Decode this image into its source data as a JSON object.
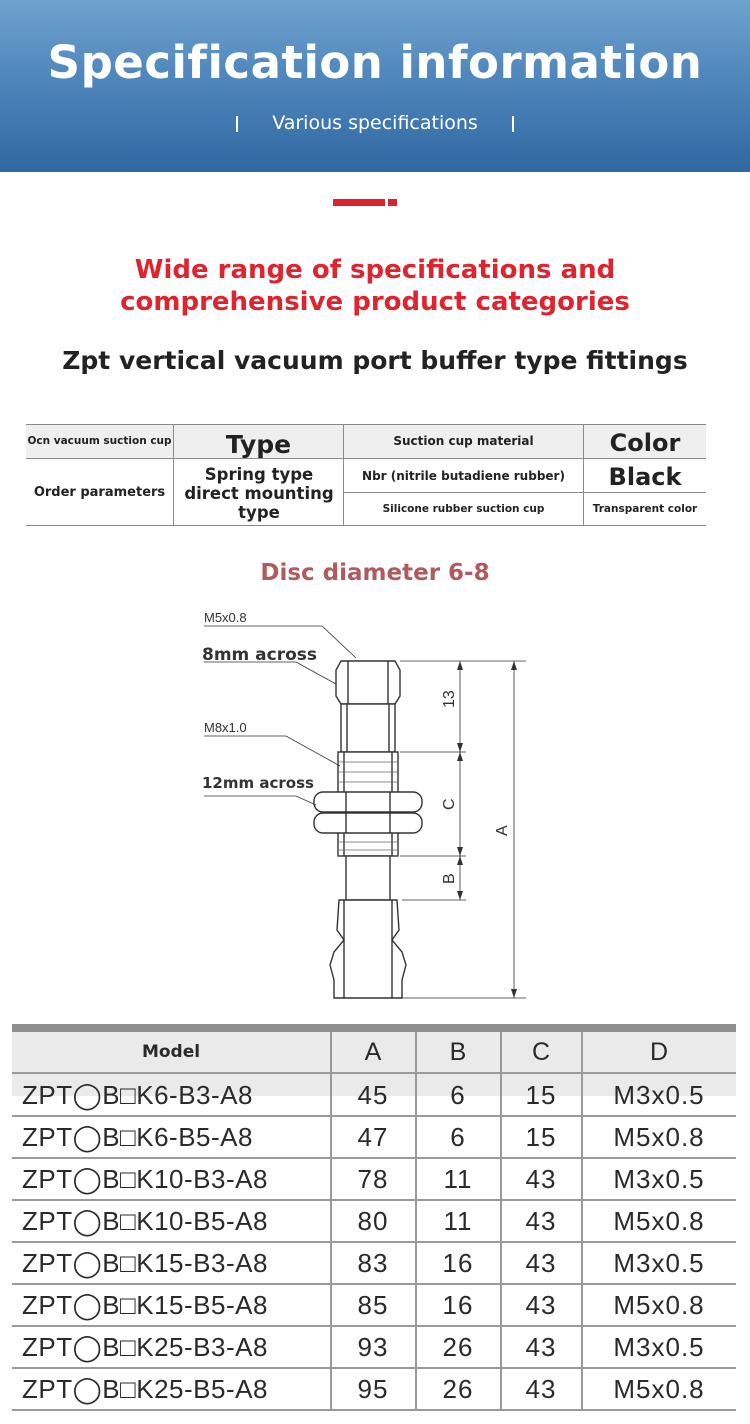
{
  "banner": {
    "title": "Specification information",
    "subtitle": "Various specifications"
  },
  "headline": {
    "line1": "Wide range of specifications and",
    "line2": "comprehensive product categories"
  },
  "subhead": "Zpt vertical vacuum port buffer type fittings",
  "params": {
    "r1c1": "Ocn vacuum suction cup",
    "r1c2": "Type",
    "r1c3": "Suction cup material",
    "r1c4": "Color",
    "r2c1": "Order parameters",
    "r2c2": "Spring type direct mounting type",
    "r2c3": "Nbr (nitrile butadiene rubber)",
    "r2c4": "Black",
    "r3c3": "Silicone rubber suction cup",
    "r3c4": "Transparent color"
  },
  "disc_title": "Disc diameter 6-8",
  "diagram": {
    "thread_top": "M5x0.8",
    "across_top": "8mm across",
    "thread_mid": "M8x1.0",
    "across_mid": "12mm across",
    "dim_13": "13",
    "dim_c": "C",
    "dim_b": "B",
    "dim_a": "A"
  },
  "spec_table": {
    "headers": [
      "Model",
      "A",
      "B",
      "C",
      "D"
    ],
    "rows": [
      [
        "ZPT◯B□K6-B3-A8",
        "45",
        "6",
        "15",
        "M3x0.5"
      ],
      [
        "ZPT◯B□K6-B5-A8",
        "47",
        "6",
        "15",
        "M5x0.8"
      ],
      [
        "ZPT◯B□K10-B3-A8",
        "78",
        "11",
        "43",
        "M3x0.5"
      ],
      [
        "ZPT◯B□K10-B5-A8",
        "80",
        "11",
        "43",
        "M5x0.8"
      ],
      [
        "ZPT◯B□K15-B3-A8",
        "83",
        "16",
        "43",
        "M3x0.5"
      ],
      [
        "ZPT◯B□K15-B5-A8",
        "85",
        "16",
        "43",
        "M5x0.8"
      ],
      [
        "ZPT◯B□K25-B3-A8",
        "93",
        "26",
        "43",
        "M3x0.5"
      ],
      [
        "ZPT◯B□K25-B5-A8",
        "95",
        "26",
        "43",
        "M5x0.8"
      ]
    ]
  }
}
